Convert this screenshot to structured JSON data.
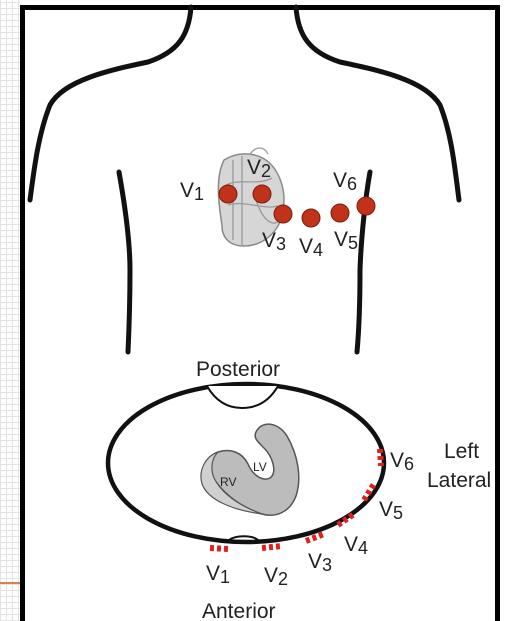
{
  "chest_leads": [
    {
      "name": "V1"
    },
    {
      "name": "V2"
    },
    {
      "name": "V3"
    },
    {
      "name": "V4"
    },
    {
      "name": "V5"
    },
    {
      "name": "V6"
    }
  ],
  "cross_section": {
    "posterior": "Posterior",
    "anterior": "Anterior",
    "left_lateral_line1": "Left",
    "left_lateral_line2": "Lateral",
    "rv": "RV",
    "lv": "LV",
    "leads": [
      "V1",
      "V2",
      "V3",
      "V4",
      "V5",
      "V6"
    ]
  },
  "colors": {
    "electrode": "#c0321a",
    "electrode_outline": "#7a1d0f",
    "lead_dash": "#e02020",
    "ventricle_fill": "#bcbcbc",
    "outline": "#111111"
  }
}
